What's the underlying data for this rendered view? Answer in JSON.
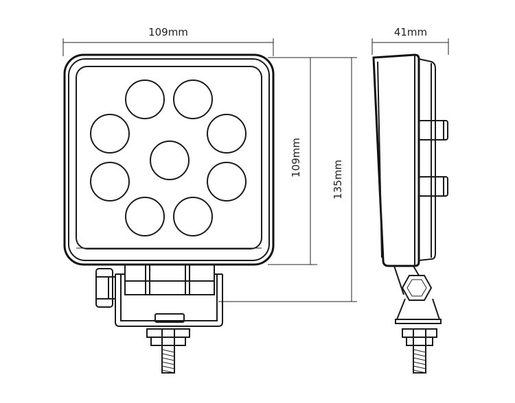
{
  "dimensions": {
    "front_width": "109mm",
    "front_height": "109mm",
    "total_height": "135mm",
    "depth": "41mm"
  },
  "led_count": 9,
  "colors": {
    "stroke": "#1a1a1a",
    "background": "#ffffff"
  }
}
